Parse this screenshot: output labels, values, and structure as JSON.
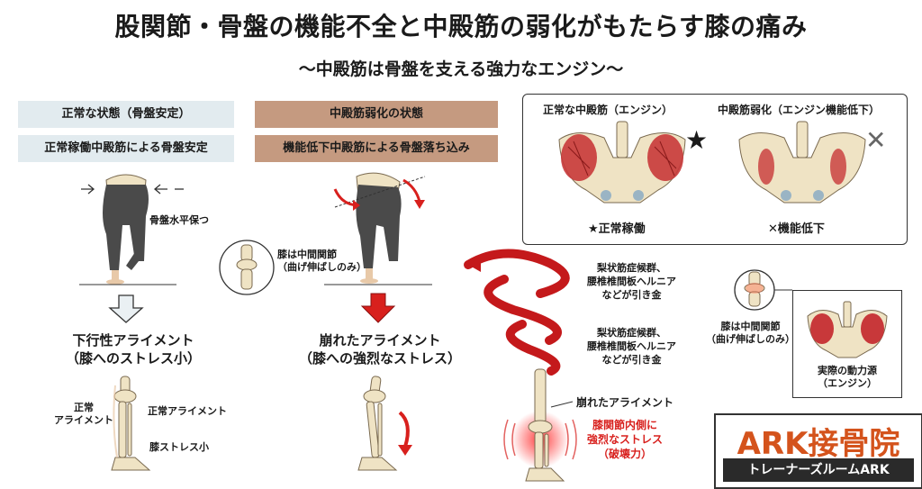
{
  "title": "股関節・骨盤の機能不全と中殿筋の弱化がもたらす膝の痛み",
  "subtitle": "〜中殿筋は骨盤を支える強力なエンジン〜",
  "left": {
    "state_tag": "正常な状態（骨盤安定）",
    "sub_tag": "正常稼働中殿筋による骨盤安定",
    "pelvis_label": "骨盤水平保つ",
    "alignment": "下行性アライメント\n（膝へのストレス小）",
    "leg_label_1": "正常\nアライメント",
    "leg_label_2": "正常アライメント",
    "leg_label_3": "膝ストレス小"
  },
  "middle": {
    "state_tag": "中殿筋弱化の状態",
    "sub_tag": "機能低下中殿筋による骨盤落ち込み",
    "knee_note": "膝は中間関節\n（曲げ伸ばしのみ）",
    "alignment": "崩れたアライメント\n（膝への強烈なストレス）"
  },
  "panel": {
    "normal_title": "正常な中殿筋（エンジン）",
    "weak_title": "中殿筋弱化（エンジン機能低下）",
    "normal_mark": "★",
    "weak_mark": "✕",
    "normal_caption": "★正常稼働",
    "weak_caption": "✕機能低下"
  },
  "right": {
    "trigger_1": "梨状筋症候群、\n腰椎椎間板ヘルニア\nなどが引き金",
    "trigger_2": "梨状筋症候群、\n腰椎椎間板ヘルニア\nなどが引き金",
    "broken_alignment": "崩れたアライメント",
    "stress": "膝関節内側に\n強烈なストレス\n（破壊力）",
    "inset_knee": "膝は中間関節\n（曲げ伸ばしのみ）",
    "inset_source": "実際の動力源\n（エンジン）"
  },
  "brand": {
    "name": "ARK接骨院",
    "sub": "トレーナーズルームARK"
  },
  "colors": {
    "red": "#d8201d",
    "muscle": "#c8383a",
    "bone": "#efe3c4",
    "legging": "#4a4a4a",
    "brand_orange": "#d4531c",
    "tag_blue": "#e2ebef",
    "tag_brown": "#c59a80"
  }
}
